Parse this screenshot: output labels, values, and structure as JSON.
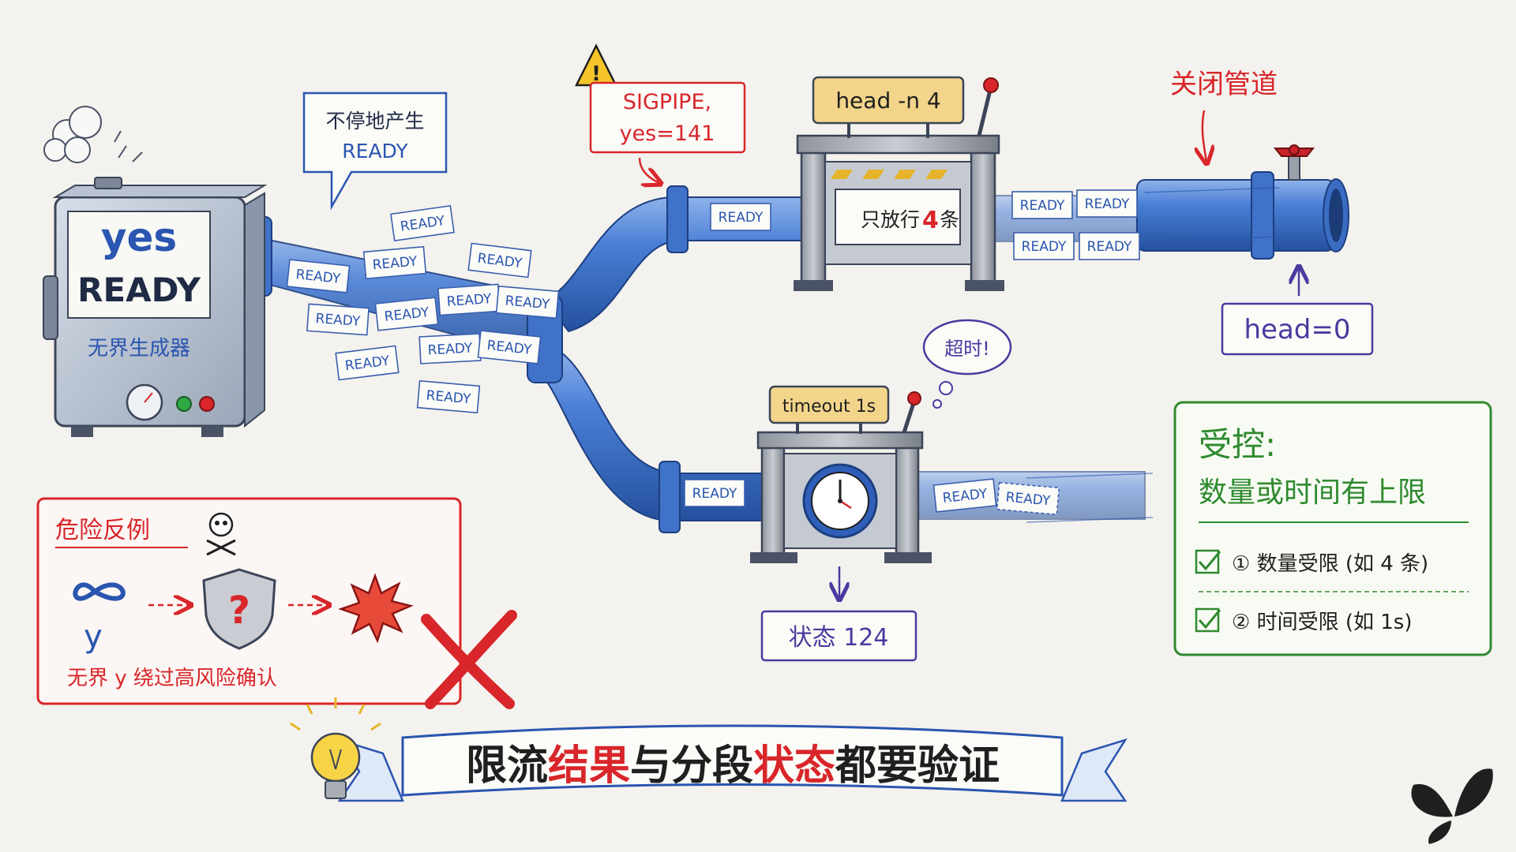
{
  "generator": {
    "title": "yes",
    "subtitle": "READY",
    "caption": "无界生成器"
  },
  "callouts": {
    "stream_note_line1": "不停地产生",
    "stream_note_line2": "READY",
    "sigpipe_line1": "SIGPIPE,",
    "sigpipe_line2": "yes=141",
    "close_pipe": "关闭管道",
    "head_status": "head=0",
    "timeout_thought": "超时!",
    "timeout_status": "状态 124"
  },
  "gates": {
    "head_sign": "head -n 4",
    "head_plaque_prefix": "只放行",
    "head_plaque_number": "4",
    "head_plaque_suffix": "条",
    "timeout_sign": "timeout 1s"
  },
  "ready_label": "READY",
  "controlled_box": {
    "title": "受控:",
    "subtitle": "数量或时间有上限",
    "items": [
      {
        "label": "① 数量受限 (如 4 条)"
      },
      {
        "label": "② 时间受限 (如 1s)"
      }
    ]
  },
  "danger_box": {
    "title": "危险反例",
    "y_letter": "y",
    "caption": "无界 y 绕过高风险确认",
    "question": "?"
  },
  "banner": {
    "part1": "限流",
    "part2": "结果",
    "part3": "与分段",
    "part4": "状态",
    "part5": "都要验证"
  },
  "colors": {
    "blue": "#2a55b0",
    "red": "#d8262a",
    "green": "#2e8a2e",
    "purple": "#4a3aa0"
  }
}
